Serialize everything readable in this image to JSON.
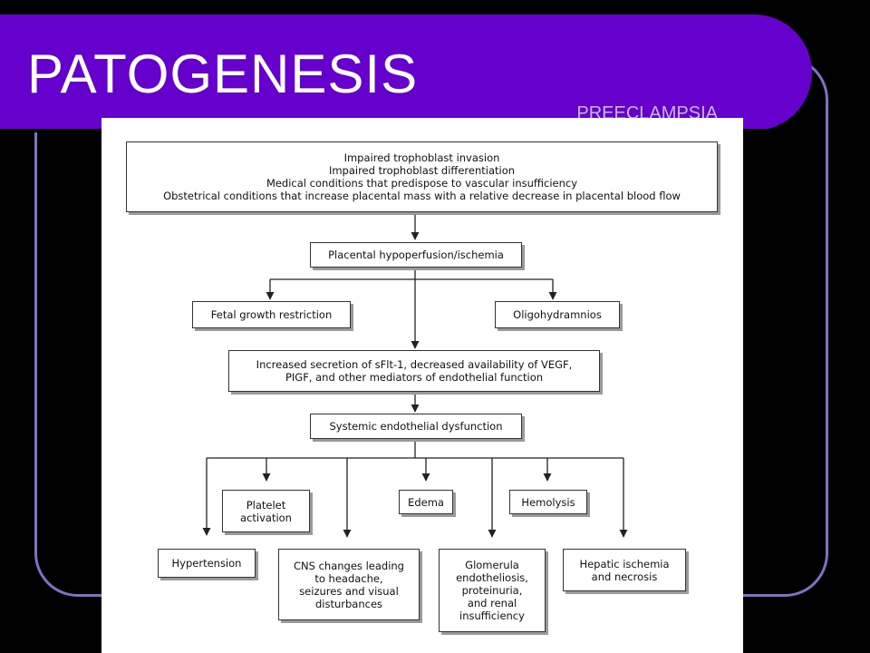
{
  "slide": {
    "title": "PATOGENESIS",
    "subtitle": "PREECLAMPSIA",
    "colors": {
      "background": "#000000",
      "title_bar": "#6600cc",
      "subtitle": "#c4b8ee",
      "frame": "#7a74c9"
    }
  },
  "diagram": {
    "causes": [
      "Impaired trophoblast invasion",
      "Impaired trophoblast differentiation",
      "Medical conditions that predispose to vascular insufficiency",
      "Obstetrical conditions that increase placental mass with a relative decrease in placental blood flow"
    ],
    "hypoperfusion": "Placental hypoperfusion/ischemia",
    "fetal_growth": "Fetal growth restriction",
    "oligohydramnios": "Oligohydramnios",
    "secretion": [
      "Increased secretion of sFlt-1, decreased availability of VEGF,",
      "PIGF, and other mediators of endothelial function"
    ],
    "endothelial": "Systemic endothelial dysfunction",
    "platelet": [
      "Platelet",
      "activation"
    ],
    "edema": "Edema",
    "hemolysis": "Hemolysis",
    "hypertension": "Hypertension",
    "cns": [
      "CNS changes leading",
      "to headache,",
      "seizures and visual",
      "disturbances"
    ],
    "glomerula": [
      "Glomerula",
      "endotheliosis,",
      "proteinuria,",
      "and renal",
      "insufficiency"
    ],
    "hepatic": [
      "Hepatic ischemia",
      "and necrosis"
    ]
  }
}
